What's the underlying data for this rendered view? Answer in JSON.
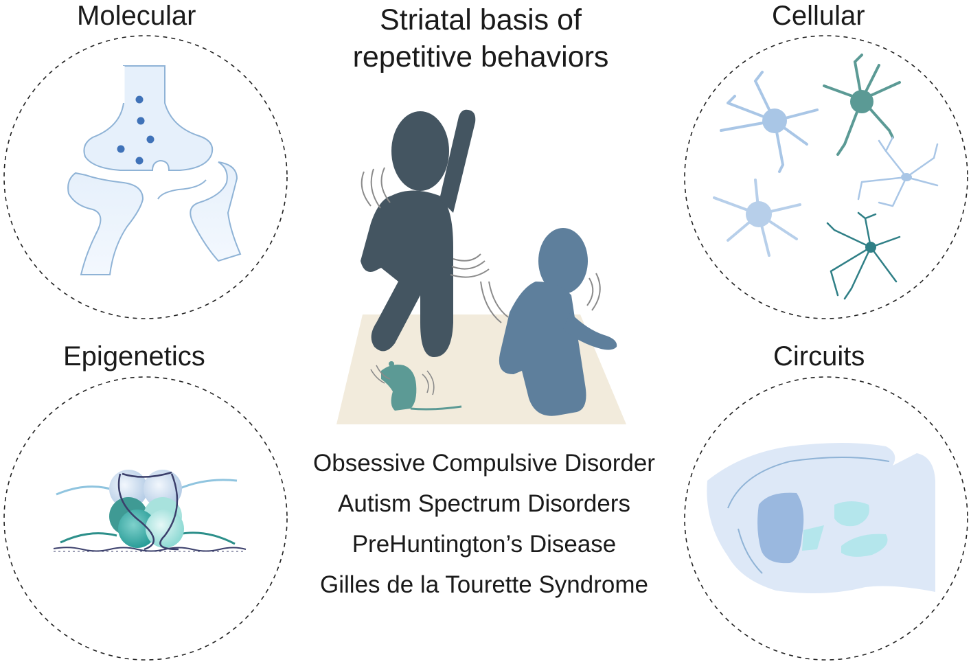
{
  "title": {
    "line1": "Striatal basis of",
    "line2": "repetitive behaviors"
  },
  "panels": {
    "molecular": "Molecular",
    "cellular": "Cellular",
    "epigenetics": "Epigenetics",
    "circuits": "Circuits"
  },
  "disorders": [
    "Obsessive Compulsive Disorder",
    "Autism Spectrum Disorders",
    "PreHuntington’s Disease",
    "Gilles de la Tourette Syndrome"
  ],
  "colors": {
    "adult_figure": "#445561",
    "child_figure": "#5e7f9c",
    "mouse": "#5c9a95",
    "floor": "#f2ebdc",
    "synapse_fill": "#e6f0fb",
    "synapse_stroke": "#8fb3d6",
    "vesicle": "#3f72b8",
    "astrocyte_light": "#a9c6e6",
    "neuron_teal": "#5b9a95",
    "neuron_dark_teal": "#2f7f86",
    "brain_fill": "#dde8f7",
    "striatum": "#9ab8df",
    "nucleus_cyan": "#b4e6ec",
    "dashed_circle": "#222222"
  }
}
